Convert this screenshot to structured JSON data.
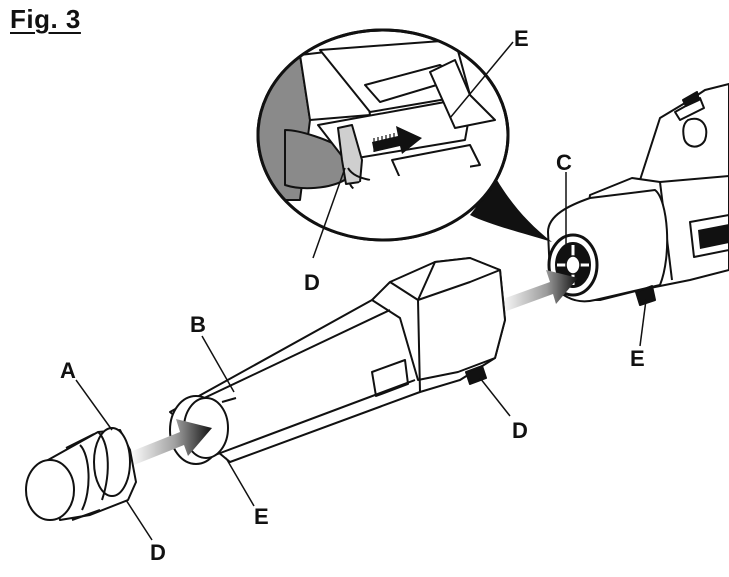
{
  "figure": {
    "title": "Fig. 3"
  },
  "callouts": {
    "inset_E": "E",
    "inset_D": "D",
    "C": "C",
    "E_blower": "E",
    "B": "B",
    "A": "A",
    "D_tube": "D",
    "E_tube": "E",
    "D_nozzle": "D"
  },
  "colors": {
    "line": "#111111",
    "gray_fill": "#8a8a8a",
    "light_gray": "#cfcfcf",
    "white": "#ffffff"
  }
}
